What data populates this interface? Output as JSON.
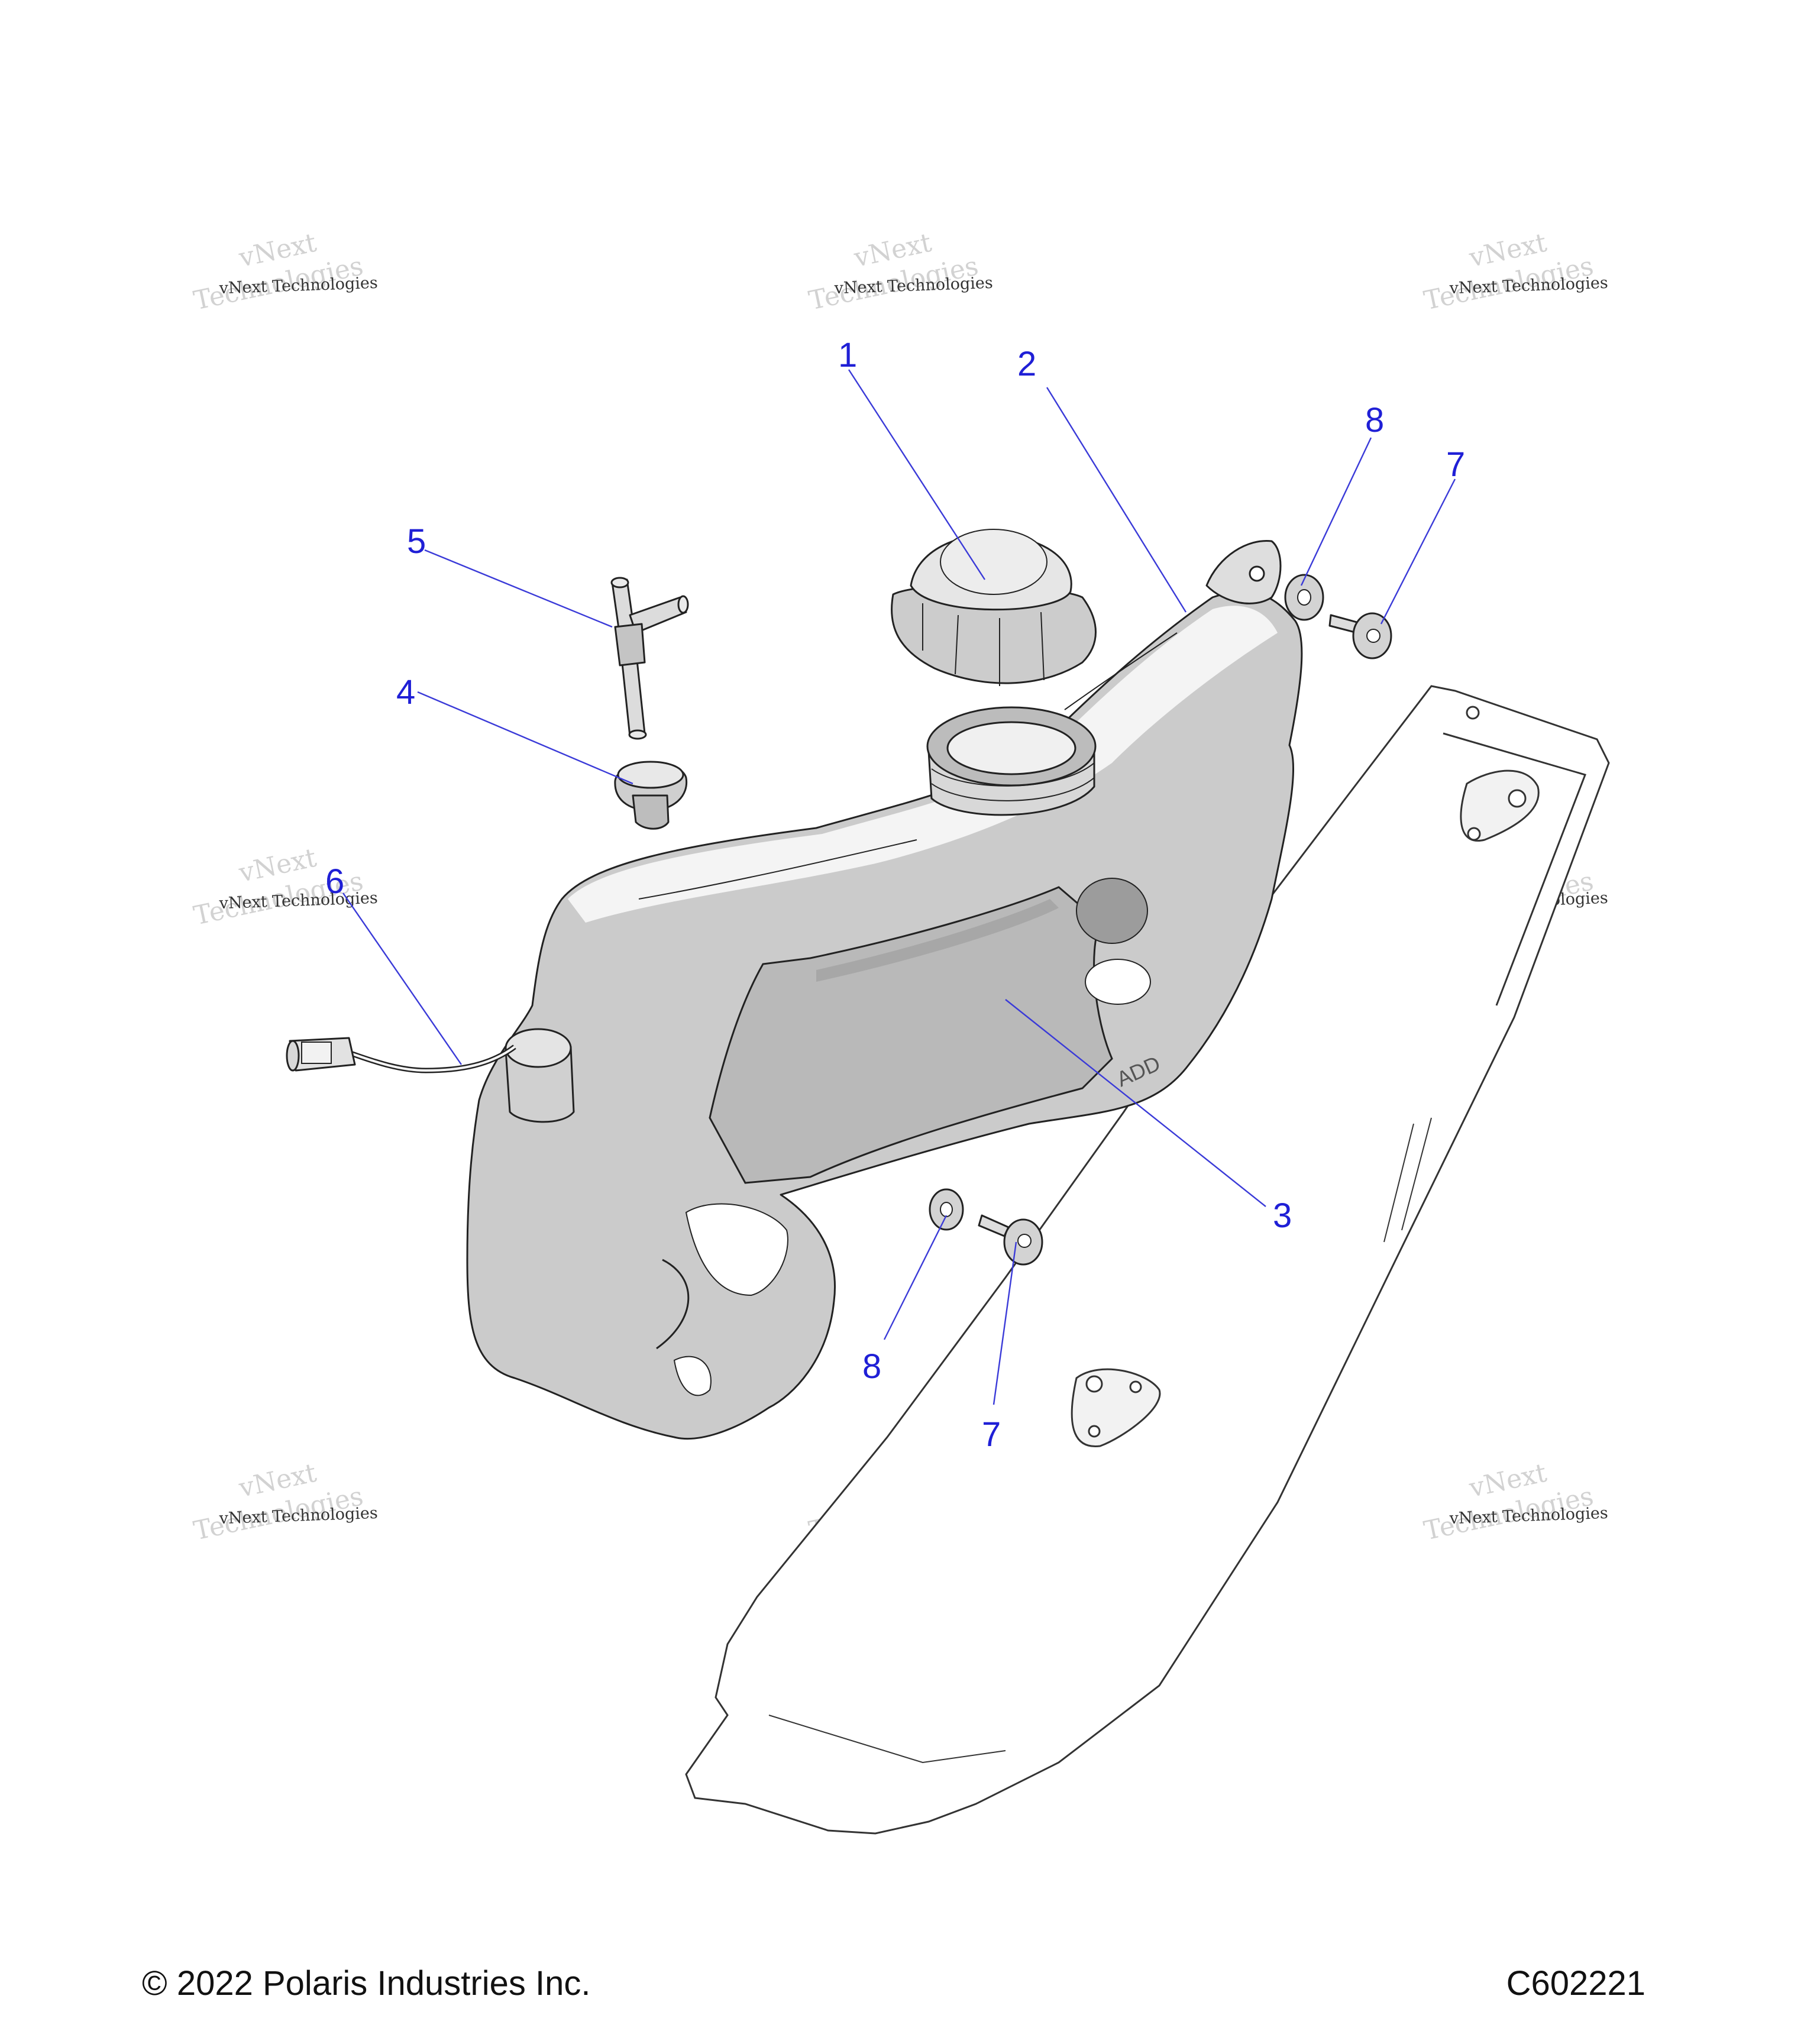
{
  "callouts": [
    {
      "id": "c1",
      "label": "1",
      "part": "fuel-cap"
    },
    {
      "id": "c2",
      "label": "2",
      "part": "fuel-tank-upper"
    },
    {
      "id": "c3",
      "label": "3",
      "part": "fuel-tank-side-panel"
    },
    {
      "id": "c4",
      "label": "4",
      "part": "grommet"
    },
    {
      "id": "c5",
      "label": "5",
      "part": "vent-fitting"
    },
    {
      "id": "c6",
      "label": "6",
      "part": "fuel-sender-wire"
    },
    {
      "id": "c7a",
      "label": "7",
      "part": "screw-upper"
    },
    {
      "id": "c8a",
      "label": "8",
      "part": "washer-upper"
    },
    {
      "id": "c7b",
      "label": "7",
      "part": "screw-lower"
    },
    {
      "id": "c8b",
      "label": "8",
      "part": "washer-lower"
    }
  ],
  "watermark": {
    "line1": "vNext",
    "line2": "Technologies",
    "small": "vNext Technologies"
  },
  "tank_embossed_text": "ADD",
  "footer": {
    "copyright": "© 2022 Polaris Industries Inc.",
    "drawing_code": "C602221"
  },
  "colors": {
    "callout": "#1f1fd6",
    "tank_fill": "#c8c8c8",
    "background": "#ffffff"
  }
}
